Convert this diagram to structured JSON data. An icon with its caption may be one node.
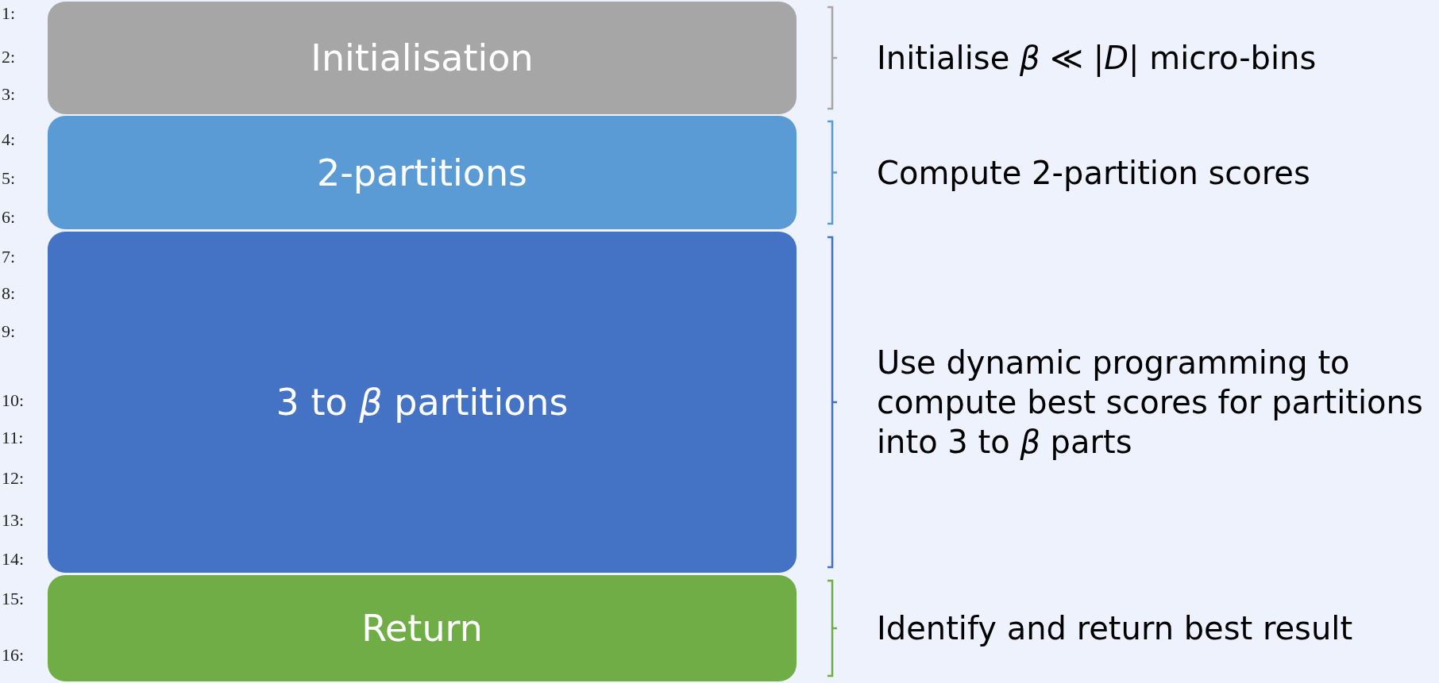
{
  "diagram": {
    "nodes": [
      {
        "text": [
          "Initialisation"
        ],
        "beside": [
          "Initialise *β* ≪ |*D*| micro-bins"
        ]
      },
      {
        "text": [
          "2-partitions"
        ],
        "beside": [
          "Compute 2-partition scores"
        ]
      },
      {
        "text": [
          "3 to *β* partitions"
        ],
        "beside": [
          "Use dynamic programming to compute best scores for partitions into 3 to *β* parts"
        ]
      },
      {
        "text": [
          "Return"
        ],
        "beside": [
          "Identify and return best result"
        ]
      }
    ],
    "edges": [],
    "labels": [
      "1:",
      "2:",
      "3:",
      "4:",
      "5:",
      "6:",
      "7:",
      "8:",
      "9:",
      "10:",
      "11:",
      "12:",
      "13:",
      "14:",
      "15:",
      "16:"
    ]
  }
}
